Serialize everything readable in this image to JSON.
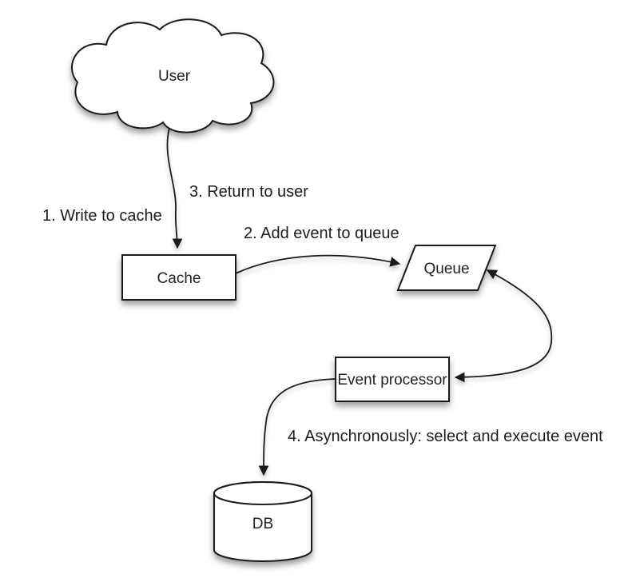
{
  "diagram": {
    "title_implicit": "Write-behind cache event flow",
    "colors": {
      "background": "#ffffff",
      "stroke": "#1b1b1b",
      "node_fill": "#ffffff",
      "text": "#1c1c1c"
    },
    "nodes": {
      "user": {
        "label": "User",
        "shape": "cloud"
      },
      "cache": {
        "label": "Cache",
        "shape": "rectangle"
      },
      "queue": {
        "label": "Queue",
        "shape": "parallelogram"
      },
      "event_processor": {
        "label": "Event processor",
        "shape": "rectangle"
      },
      "db": {
        "label": "DB",
        "shape": "cylinder"
      }
    },
    "edges": [
      {
        "id": "user-cache",
        "from": "user",
        "to": "cache",
        "bidirectional": false,
        "labels": [
          "1. Write to cache",
          "3. Return to user"
        ]
      },
      {
        "id": "cache-queue",
        "from": "cache",
        "to": "queue",
        "bidirectional": false,
        "labels": [
          "2. Add event to queue"
        ]
      },
      {
        "id": "queue-event-processor",
        "from": "queue",
        "to": "event_processor",
        "bidirectional": true,
        "labels": []
      },
      {
        "id": "event-processor-db",
        "from": "event_processor",
        "to": "db",
        "bidirectional": false,
        "labels": [
          "4. Asynchronously: select and execute event"
        ]
      }
    ]
  }
}
